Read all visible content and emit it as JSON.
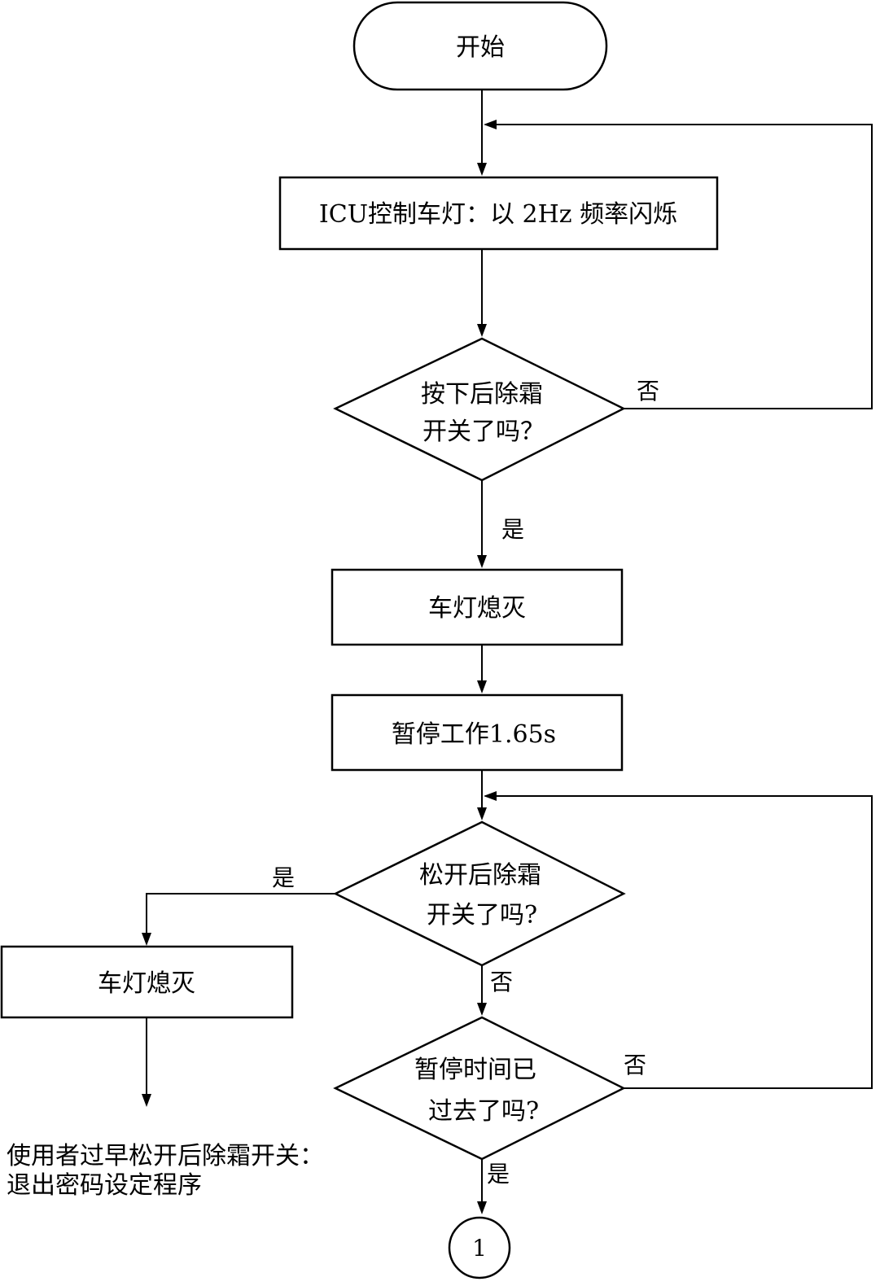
{
  "flowchart": {
    "start": "开始",
    "step_flash": "ICU控制车灯：以 2Hz 频率闪烁",
    "decision_press": {
      "line1": "按下后除霜",
      "line2": "开关了吗？"
    },
    "step_lights_off_1": "车灯熄灭",
    "step_pause": "暂停工作1.65s",
    "decision_release": {
      "line1": "松开后除霜",
      "line2": "开关了吗?"
    },
    "step_lights_off_2": "车灯熄灭",
    "decision_time": {
      "line1": "暂停时间已",
      "line2": "过去了吗?"
    },
    "exit_note": {
      "line1": "使用者过早松开后除霜开关：",
      "line2": "退出密码设定程序"
    },
    "connector": "1",
    "labels": {
      "press_no": "否",
      "press_yes": "是",
      "release_yes": "是",
      "release_no": "否",
      "time_no": "否",
      "time_yes": "是"
    }
  }
}
